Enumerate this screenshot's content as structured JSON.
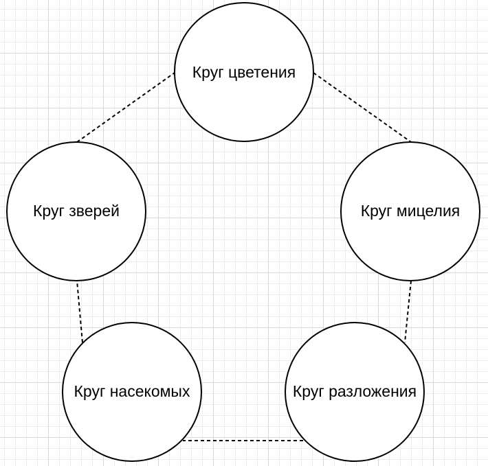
{
  "diagram": {
    "nodes": [
      {
        "id": "bloom",
        "label": "Круг цветения"
      },
      {
        "id": "mycelium",
        "label": "Круг мицелия"
      },
      {
        "id": "decay",
        "label": "Круг разложения"
      },
      {
        "id": "insects",
        "label": "Круг насекомых"
      },
      {
        "id": "beasts",
        "label": "Круг зверей"
      }
    ],
    "edges": [
      {
        "from": "bloom",
        "to": "mycelium",
        "style": "dashed"
      },
      {
        "from": "mycelium",
        "to": "decay",
        "style": "dashed"
      },
      {
        "from": "decay",
        "to": "insects",
        "style": "dashed"
      },
      {
        "from": "insects",
        "to": "beasts",
        "style": "dashed"
      },
      {
        "from": "beasts",
        "to": "bloom",
        "style": "dashed"
      }
    ]
  }
}
